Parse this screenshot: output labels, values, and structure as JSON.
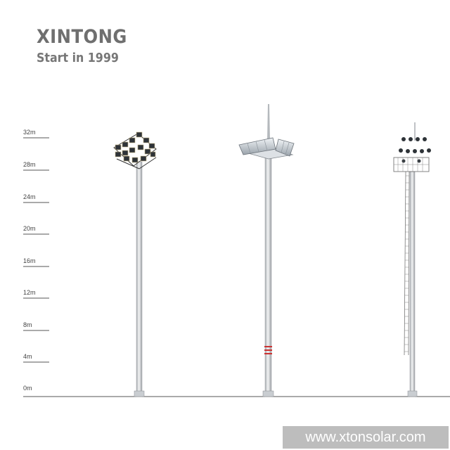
{
  "brand": {
    "name": "XINTONG",
    "tagline": "Start in 1999"
  },
  "height_scale": {
    "unit": "m",
    "ticks": [
      "32m",
      "28m",
      "24m",
      "20m",
      "16m",
      "12m",
      "8m",
      "4m",
      "0m"
    ]
  },
  "poles": [
    {
      "name": "high-mast-pole-square-crown",
      "height_m": 30
    },
    {
      "name": "high-mast-pole-lightning-rod",
      "height_m": 32
    },
    {
      "name": "high-mast-pole-service-ladder",
      "height_m": 30
    }
  ],
  "footer": {
    "website": "www.xtonsolar.com"
  },
  "colors": {
    "brand_text": "#6f6f6f",
    "pole": "#d6d9dc",
    "band": "#cc3333",
    "footer_bg": "#bdbdbd"
  }
}
